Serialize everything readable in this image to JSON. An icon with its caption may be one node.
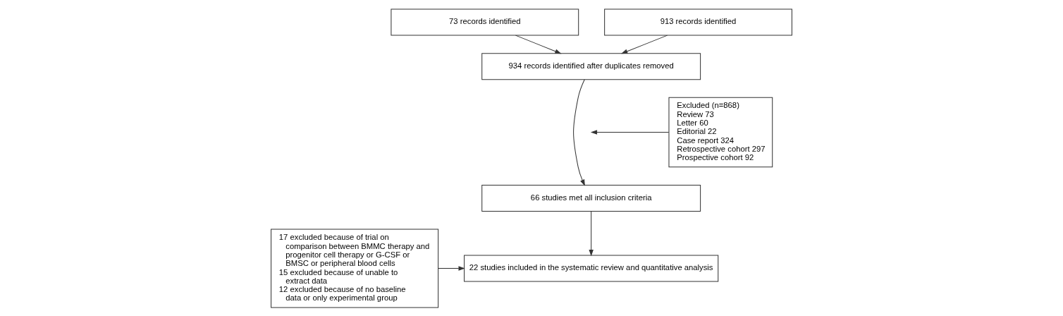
{
  "diagram": {
    "nodes": [
      {
        "text": [
          "73 records identified"
        ]
      },
      {
        "text": [
          "913 records identified"
        ]
      },
      {
        "text": [
          "934 records identified after duplicates removed"
        ]
      },
      {
        "text": [
          "Excluded (n=868)",
          "Review 73",
          "Letter 60",
          "Editorial 22",
          "Case report 324",
          "Retrospective cohort 297",
          "Prospective cohort 92"
        ]
      },
      {
        "text": [
          "66 studies met all inclusion criteria"
        ]
      },
      {
        "text": [
          "17 excluded because of trial on comparison between BMMC therapy and progenitor cell therapy or G-CSF or BMSC or peripheral blood cells",
          "15 excluded because of unable to extract data",
          "12 excluded because of no baseline data or only experimental group"
        ]
      },
      {
        "text": [
          "22 studies included in the systematic review and quantitative analysis"
        ]
      }
    ],
    "edges": [
      {
        "from": 0,
        "to": 2,
        "arrow": "to"
      },
      {
        "from": 1,
        "to": 2,
        "arrow": "to"
      },
      {
        "from": 2,
        "to": 4,
        "arrow": "to"
      },
      {
        "from": 3,
        "to": null,
        "arrow": "to"
      },
      {
        "from": 4,
        "to": 6,
        "arrow": "to"
      },
      {
        "from": 5,
        "to": 6,
        "arrow": "to"
      }
    ]
  }
}
